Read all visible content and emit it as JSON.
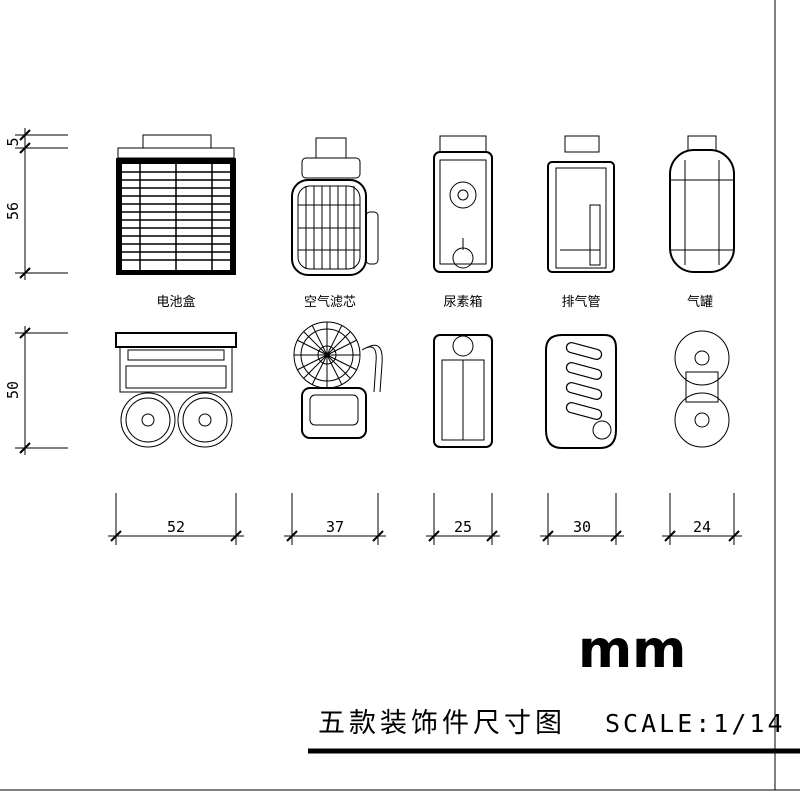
{
  "dimensions_left": {
    "top": "5",
    "middle": "56",
    "bottom": "50"
  },
  "components": [
    {
      "label": "电池盒",
      "width": "52"
    },
    {
      "label": "空气滤芯",
      "width": "37"
    },
    {
      "label": "尿素箱",
      "width": "25"
    },
    {
      "label": "排气管",
      "width": "30"
    },
    {
      "label": "气罐",
      "width": "24"
    }
  ],
  "unit": "mm",
  "title": "五款装饰件尺寸图",
  "scale": "SCALE:1/14"
}
